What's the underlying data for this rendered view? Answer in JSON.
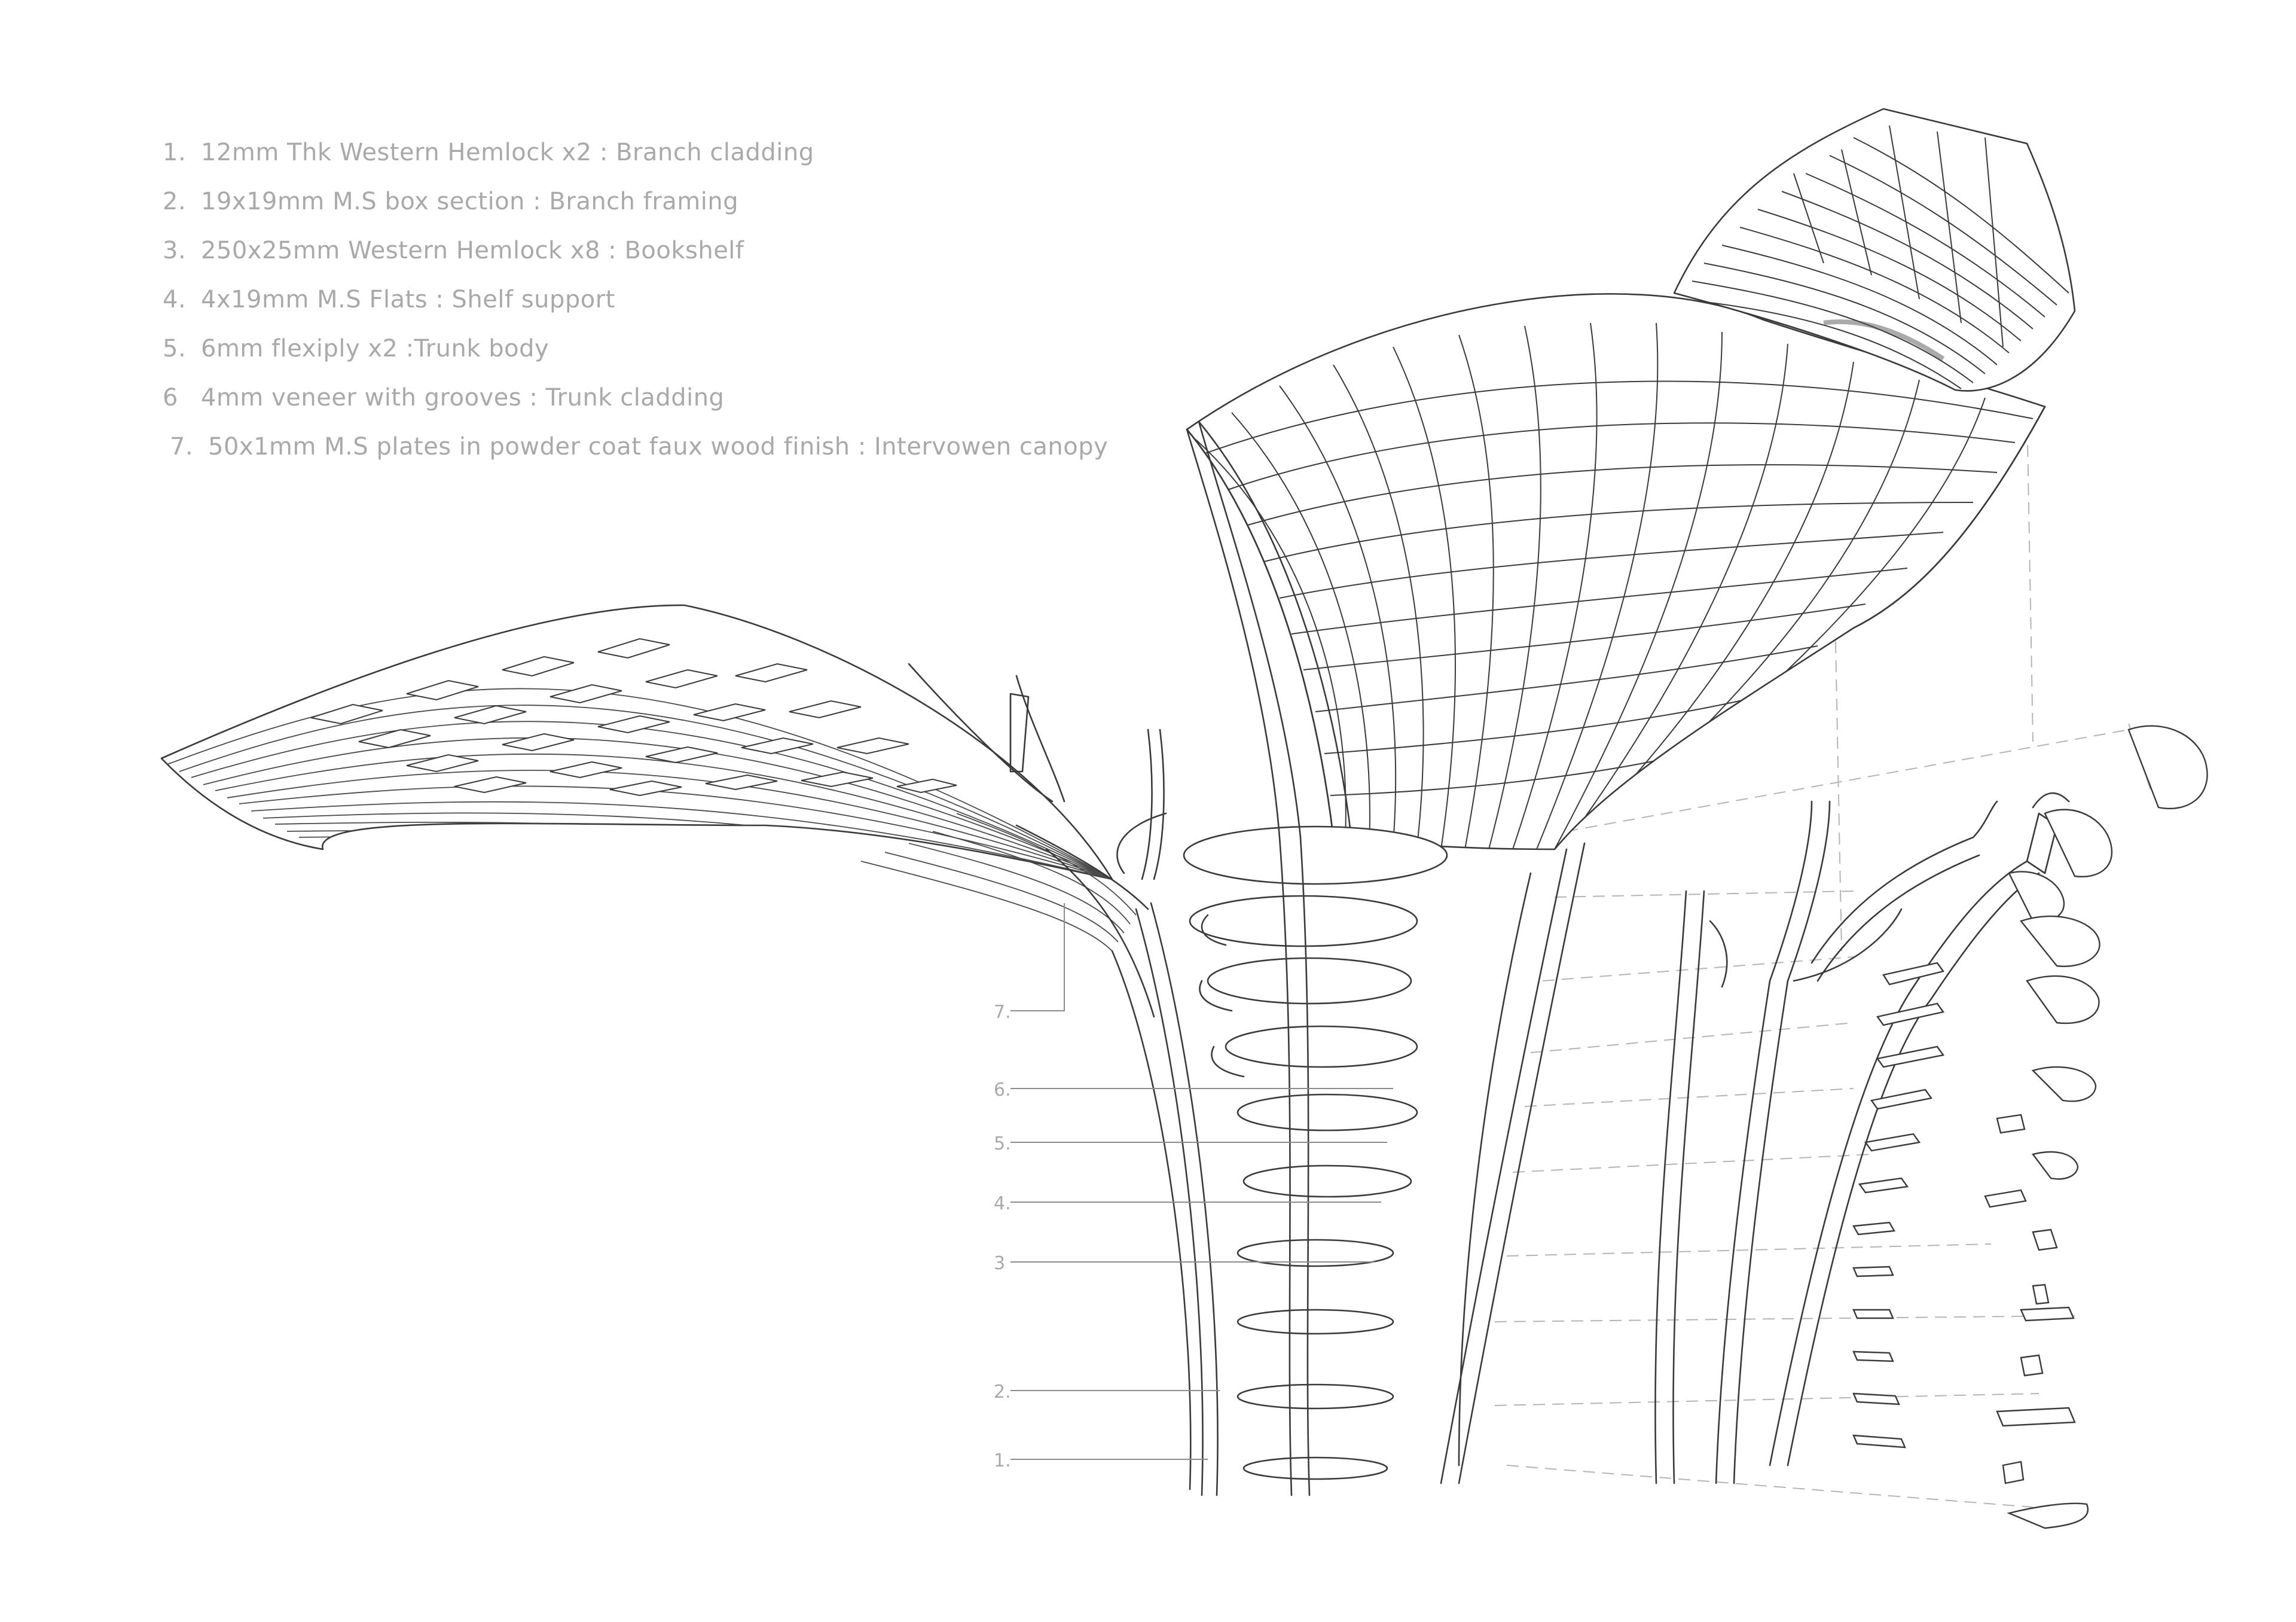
{
  "legend": [
    {
      "num": "1.",
      "text": "12mm Thk Western Hemlock x2 : Branch cladding"
    },
    {
      "num": "2.",
      "text": "19x19mm M.S box section : Branch framing"
    },
    {
      "num": "3.",
      "text": "250x25mm Western Hemlock x8 : Bookshelf"
    },
    {
      "num": "4.",
      "text": "4x19mm M.S Flats : Shelf support"
    },
    {
      "num": "5.",
      "text": "6mm flexiply x2 :Trunk body"
    },
    {
      "num": "6",
      "text": "4mm veneer with grooves : Trunk cladding"
    },
    {
      "num": "7.",
      "text": "50x1mm M.S plates in powder coat faux wood finish : Intervowen canopy"
    }
  ],
  "callouts": [
    "7.",
    "6.",
    "5.",
    "4.",
    "3",
    "2.",
    "1."
  ],
  "colors": {
    "line": "#3a3a3a",
    "legend_text": "#a9a9a9",
    "leader": "#8c8c8c",
    "dashed": "#b5b5b5"
  }
}
